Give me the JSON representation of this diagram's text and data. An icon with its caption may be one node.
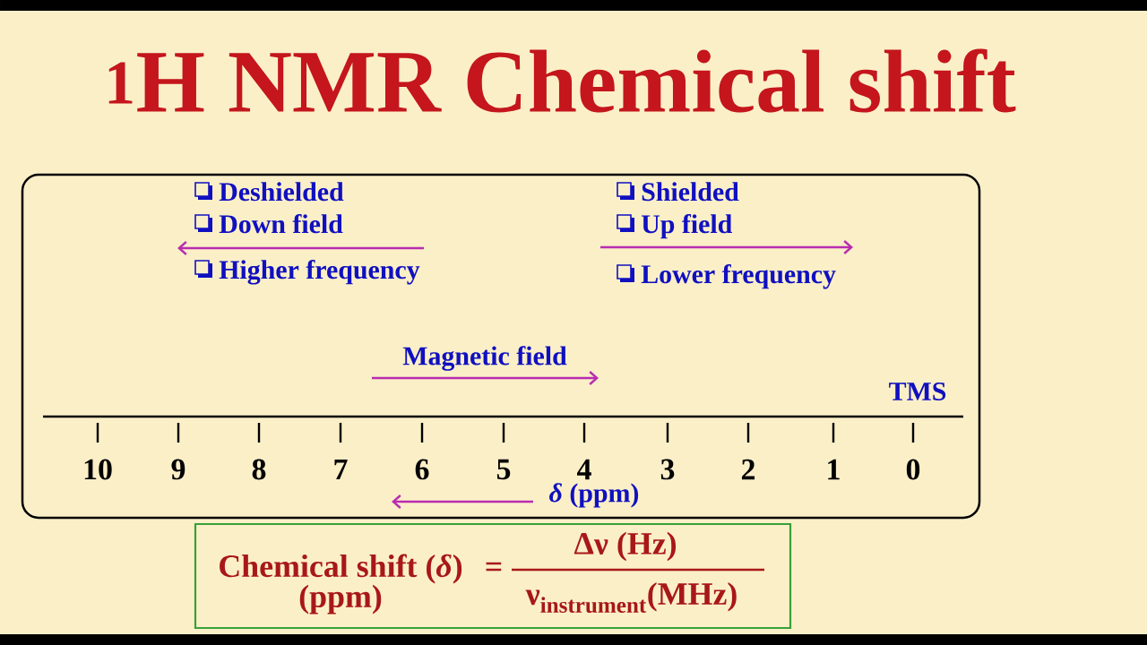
{
  "diagram": {
    "title": "$^{1}$H NMR Chemical shift",
    "nodes": [
      {
        "text": [
          "Deshielded",
          "Down field",
          "Higher frequency",
          "Shielded",
          "Up field",
          "Lower frequency",
          "Magnetic field",
          "TMS",
          "10",
          "9",
          "8",
          "7",
          "6",
          "5",
          "4",
          "3",
          "2",
          "1",
          "0",
          "*δ* (ppm)"
        ]
      },
      {
        "text": [
          "Chemical shift (*δ*) (ppm)",
          "=",
          "Δν (Hz)",
          "\\text{ν}_{\\text{instrument}}\\text{(MHz)}"
        ]
      }
    ]
  }
}
